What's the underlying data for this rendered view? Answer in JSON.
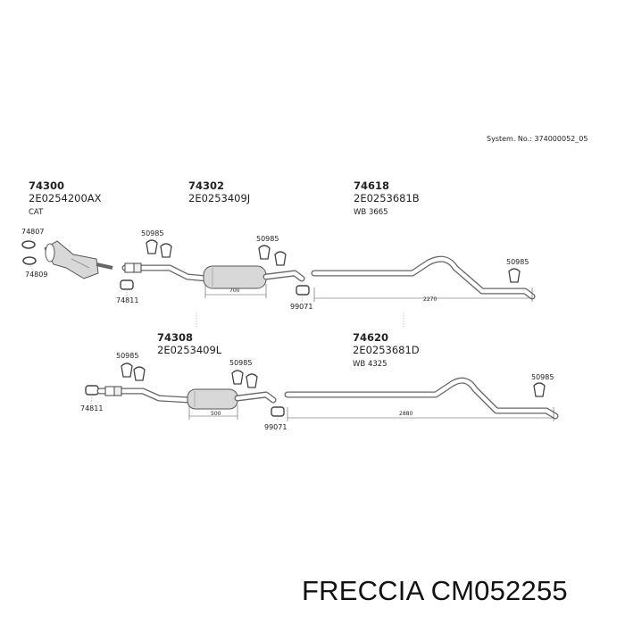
{
  "system_no": "System. No.: 374000052_05",
  "brand_label": "FRECCIA CM052255",
  "top_row": {
    "cat": {
      "number": "74300",
      "code": "2E0254200AX",
      "note": "CAT"
    },
    "middle": {
      "number": "74302",
      "code": "2E0253409J"
    },
    "rear": {
      "number": "74618",
      "code": "2E0253681B",
      "note": "WB 3665"
    },
    "gasket": "74807",
    "gasket2": "74809",
    "clamp": "74811",
    "hanger_a": "50985",
    "hanger_b": "50985",
    "hanger_c": "50985",
    "clamp_mid": "99071",
    "dim_muffler": "700",
    "dim_rear": "2270"
  },
  "bottom_row": {
    "middle": {
      "number": "74308",
      "code": "2E0253409L"
    },
    "rear": {
      "number": "74620",
      "code": "2E0253681D",
      "note": "WB 4325"
    },
    "clamp": "74811",
    "hanger_a": "50985",
    "hanger_b": "50985",
    "hanger_c": "50985",
    "clamp_mid": "99071",
    "dim_muffler": "500",
    "dim_rear": "2880"
  }
}
